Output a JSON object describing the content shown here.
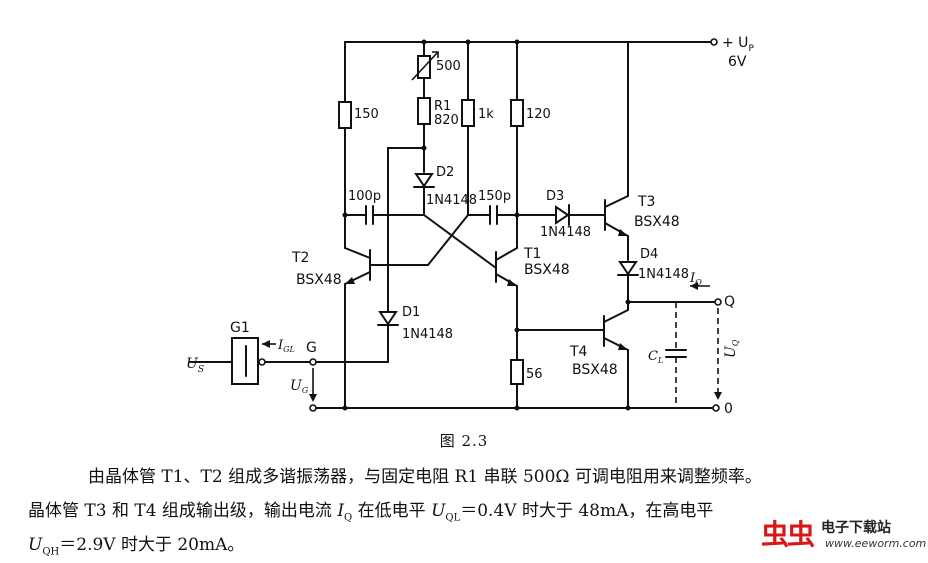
{
  "labels": {
    "supply": "+ U",
    "supply_sub": "P",
    "supply_voltage": "6V",
    "pot": "500",
    "r1_name": "R1",
    "r1_value": "820",
    "r150": "150",
    "r1k": "1k",
    "r120": "120",
    "r56": "56",
    "c100p": "100p",
    "c150p": "150p",
    "d2_name": "D2",
    "d2_part": "1N4148",
    "d1_name": "D1",
    "d1_part": "1N4148",
    "d3_name": "D3",
    "d3_part": "1N4148",
    "d4_name": "D4",
    "d4_part": "1N4148",
    "t1_name": "T1",
    "t1_part": "BSX48",
    "t2_name": "T2",
    "t2_part": "BSX48",
    "t3_name": "T3",
    "t3_part": "BSX48",
    "t4_name": "T4",
    "t4_part": "BSX48",
    "g1": "G1",
    "g": "G",
    "us": "U",
    "us_sub": "S",
    "ug": "U",
    "ug_sub": "G",
    "igl": "I",
    "igl_sub": "GL",
    "igl_prefix": "-",
    "iq": "I",
    "iq_sub": "Q",
    "q": "Q",
    "uq": "U",
    "uq_sub": "Q",
    "cl": "C",
    "cl_sub": "L",
    "zero": "0"
  },
  "caption": "图 2.3",
  "paragraphs": {
    "p1": "由晶体管 T1、T2 组成多谐振荡器，与固定电阻 R1 串联 500Ω 可调电阻用来调整频率。",
    "p2_a": "晶体管 T3 和 T4 组成输出级，输出电流 ",
    "p2_iq": "I",
    "p2_iq_sub": "Q",
    "p2_b": " 在低电平 ",
    "p2_uql": "U",
    "p2_uql_sub": "QL",
    "p2_c": "＝0.4V 时大于 48mA，在高电平",
    "p3_uqh": "U",
    "p3_uqh_sub": "QH",
    "p3_a": "＝2.9V 时大于 20mA。"
  },
  "watermark": {
    "mark": "虫虫",
    "name": "电子下载站",
    "url": "www.eeworm.com",
    "mark_color": "#d81818"
  }
}
